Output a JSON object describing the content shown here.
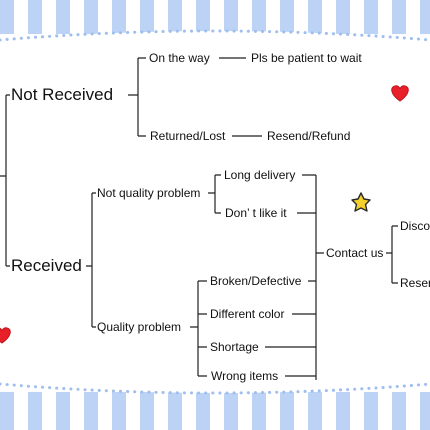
{
  "tree": {
    "not_received": {
      "label": "Not  Received",
      "on_the_way": "On the way",
      "be_patient": "Pls be patient to wait",
      "returned_lost": "Returned/Lost",
      "resend_refund": "Resend/Refund"
    },
    "received": {
      "label": "Received",
      "not_quality_problem": "Not quality problem",
      "long_delivery": "Long delivery",
      "dont_like_it": "Don’ t like it",
      "quality_problem": "Quality problem",
      "broken_defective": "Broken/Defective",
      "different_color": "Different color",
      "shortage": "Shortage",
      "wrong_items": "Wrong items",
      "contact_us": "Contact us",
      "disco": "Disco",
      "resen": "Resen"
    }
  },
  "decorations": {
    "heart_color": "#e8202a",
    "star_color": "#f5cf2a",
    "stripe_color": "#bcd3f5",
    "dot_color": "#9ebfee"
  }
}
